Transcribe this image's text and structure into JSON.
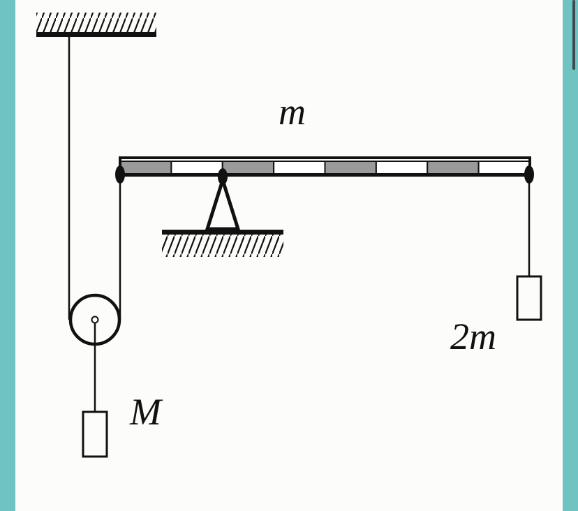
{
  "labels": {
    "rod_mass": "m",
    "hanging_mass": "2m",
    "pulley_mass": "M"
  },
  "colors": {
    "ink": "#111111",
    "segment_gray": "#9a9a9a",
    "paper": "#fcfcfa",
    "side_panel": "#6fc3c1"
  },
  "rod": {
    "segments": 8,
    "pattern": [
      "gray",
      "white",
      "gray",
      "white",
      "gray",
      "white",
      "gray",
      "white"
    ]
  }
}
